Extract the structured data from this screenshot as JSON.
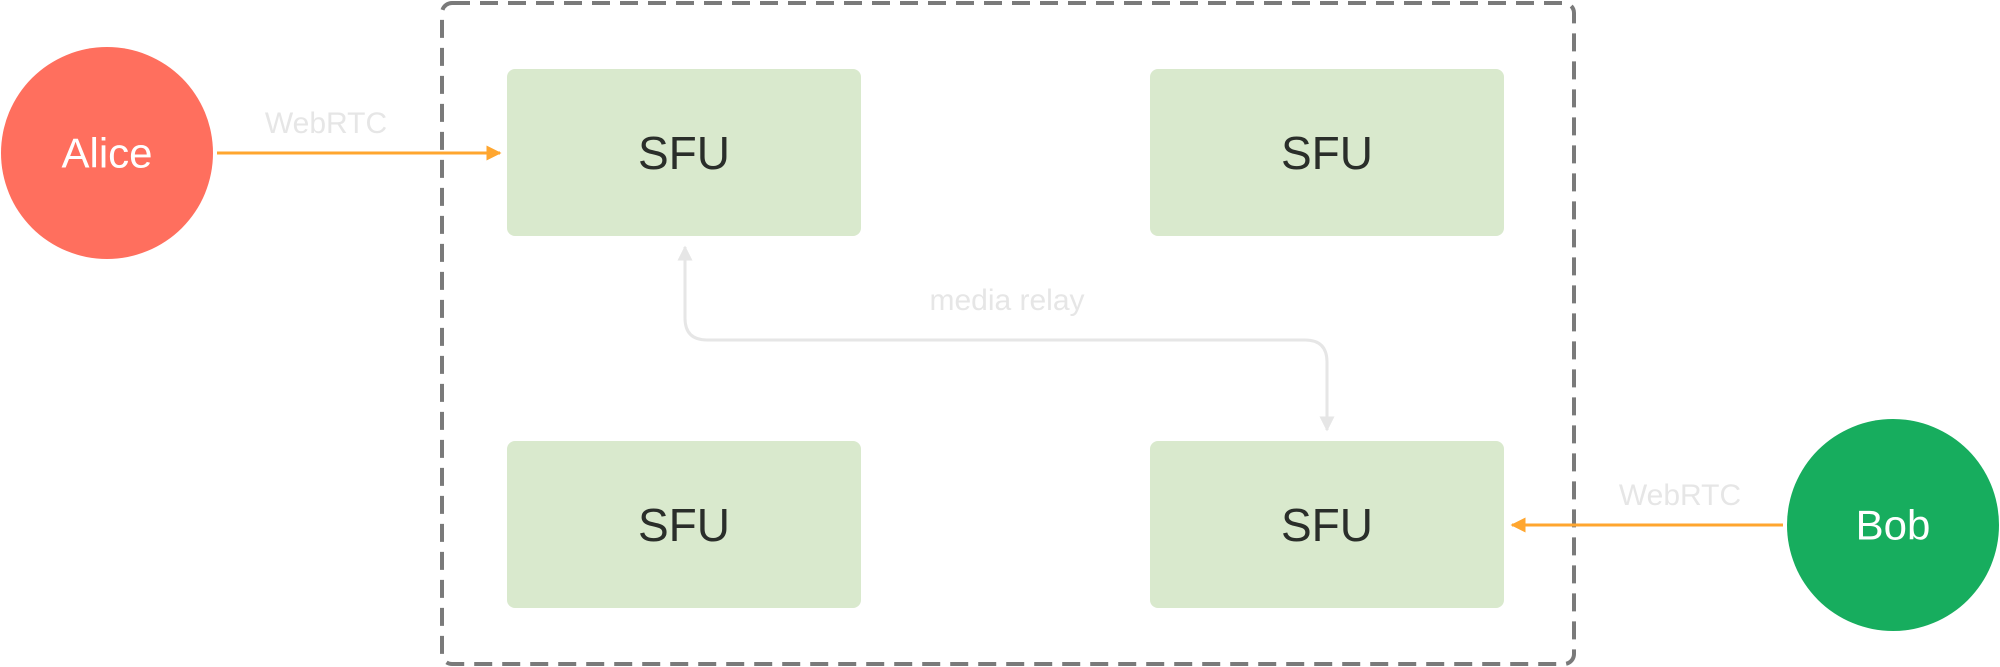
{
  "diagram": {
    "cluster": {
      "label": ""
    },
    "nodes": {
      "alice": {
        "label": "Alice",
        "color": "#FF6F5E"
      },
      "bob": {
        "label": "Bob",
        "color": "#17AD5E"
      },
      "sfu_top_left": {
        "label": "SFU",
        "color": "#D9E9CD"
      },
      "sfu_top_right": {
        "label": "SFU",
        "color": "#D9E9CD"
      },
      "sfu_bottom_left": {
        "label": "SFU",
        "color": "#D9E9CD"
      },
      "sfu_bottom_right": {
        "label": "SFU",
        "color": "#D9E9CD"
      }
    },
    "edges": {
      "alice_to_sfu": {
        "label": "WebRTC",
        "color": "#FFA62F",
        "from": "Alice",
        "to": "SFU (top-left)"
      },
      "bob_to_sfu": {
        "label": "WebRTC",
        "color": "#FFA62F",
        "from": "Bob",
        "to": "SFU (bottom-right)"
      },
      "relay": {
        "label": "media relay",
        "color": "#E6E6E6",
        "from": "SFU (top-left)",
        "to": "SFU (bottom-right)",
        "bidirectional": true
      }
    },
    "colors": {
      "cluster_border": "#7A7A7A",
      "sfu_text": "#2A2E2A",
      "edge_label": "#E6E6E6",
      "node_text": "#FFFFFF"
    }
  }
}
